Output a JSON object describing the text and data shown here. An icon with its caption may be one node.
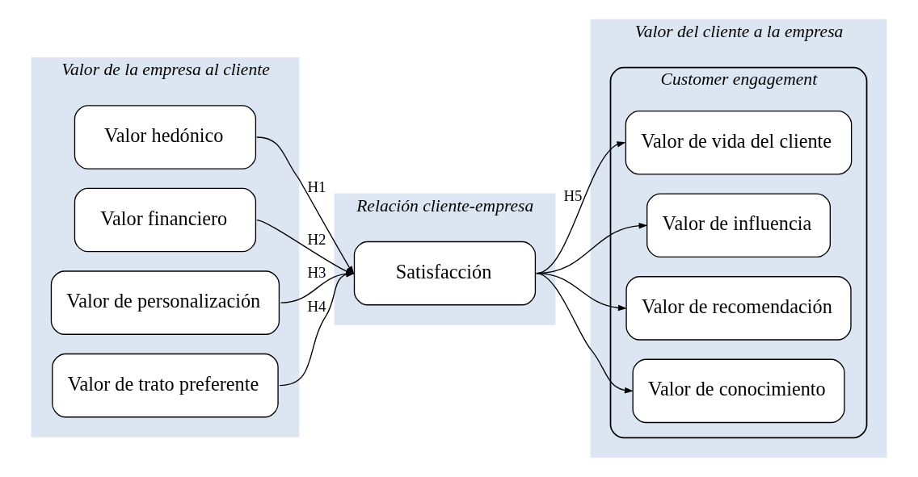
{
  "diagram": {
    "nodes": [
      {
        "text": [
          "Valor de la empresa al cliente"
        ]
      },
      {
        "text": [
          "Valor hedónico"
        ],
        "in": 0
      },
      {
        "text": [
          "Valor financiero"
        ],
        "in": 0
      },
      {
        "text": [
          "Valor de personalización"
        ],
        "in": 0
      },
      {
        "text": [
          "Valor de trato preferente"
        ],
        "in": 0
      },
      {
        "text": [
          "Relación cliente-empresa"
        ]
      },
      {
        "text": [
          "Satisfacción"
        ],
        "in": 5
      },
      {
        "text": [
          "Valor del cliente a la empresa"
        ]
      },
      {
        "text": [
          "Customer engagement"
        ],
        "in": 7
      },
      {
        "text": [
          "Valor de vida del cliente"
        ],
        "in": 8
      },
      {
        "text": [
          "Valor de influencia"
        ],
        "in": 8
      },
      {
        "text": [
          "Valor de recomendación"
        ],
        "in": 8
      },
      {
        "text": [
          "Valor de conocimiento"
        ],
        "in": 8
      }
    ],
    "edges": [
      {
        "from": 1,
        "to": 6,
        "arrow": "to",
        "label": "H1"
      },
      {
        "from": 2,
        "to": 6,
        "arrow": "to",
        "label": "H2"
      },
      {
        "from": 3,
        "to": 6,
        "arrow": "to",
        "label": "H3"
      },
      {
        "from": 4,
        "to": 6,
        "arrow": "to",
        "label": "H4"
      },
      {
        "from": 6,
        "to": 9,
        "arrow": "to",
        "label": "H5"
      },
      {
        "from": 6,
        "to": 10,
        "arrow": "to"
      },
      {
        "from": 6,
        "to": 11,
        "arrow": "to"
      },
      {
        "from": 6,
        "to": 12,
        "arrow": "to"
      }
    ]
  }
}
